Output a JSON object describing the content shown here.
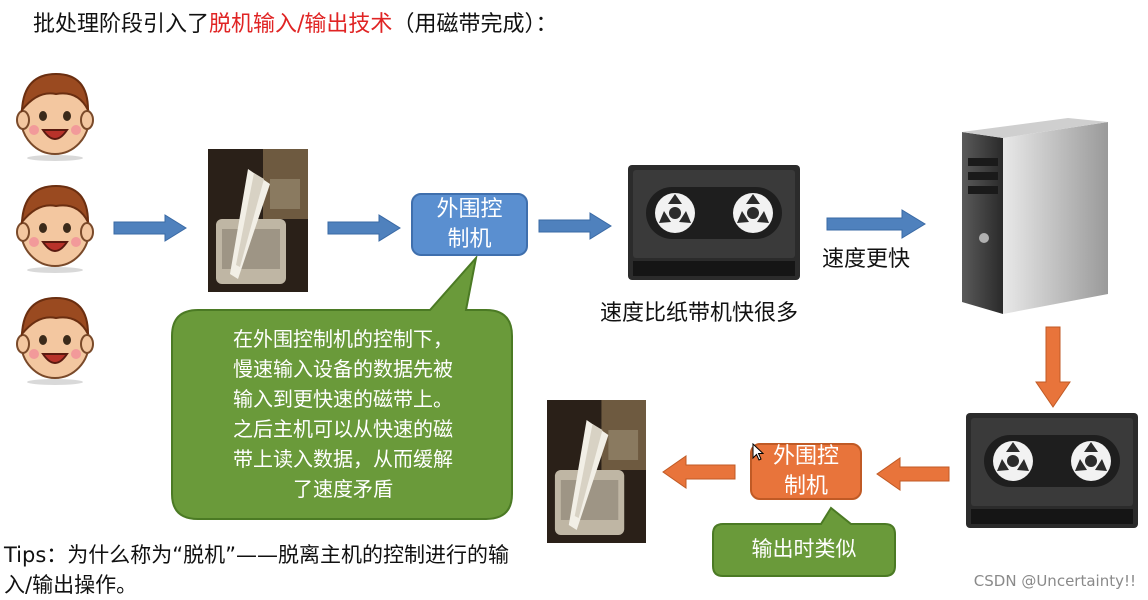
{
  "title": {
    "prefix": "批处理阶段引入了",
    "highlight": "脱机输入/输出技术",
    "suffix": "（用磁带完成）：",
    "highlight_color": "#e02424"
  },
  "controller_top": {
    "line1": "外围控",
    "line2": "制机",
    "color": "#5a8fd0"
  },
  "controller_bottom": {
    "line1": "外围控",
    "line2": "制机",
    "color": "#e8743b"
  },
  "caption_tape_speed": "速度比纸带机快很多",
  "caption_faster": "速度更快",
  "bubble_main": {
    "lines": [
      "在外围控制机的控制下，",
      "慢速输入设备的数据先被",
      "输入到更快速的磁带上。",
      "之后主机可以从快速的磁",
      "带上读入数据，从而缓解",
      "了速度矛盾"
    ],
    "color": "#6a9a3a"
  },
  "bubble_output": {
    "text": "输出时类似",
    "color": "#6a9a3a"
  },
  "tips": "Tips：为什么称为“脱机”——脱离主机的控制进行的输入/输出操作。",
  "watermark": "CSDN @Uncertainty!!",
  "icons": {
    "user": "user-face-icon",
    "arrow_right": "arrow-right-icon",
    "arrow_left": "arrow-left-icon",
    "arrow_down": "arrow-down-icon",
    "tape": "tape-drive-icon",
    "computer": "computer-tower-icon",
    "printer": "paper-tape-machine-icon"
  }
}
